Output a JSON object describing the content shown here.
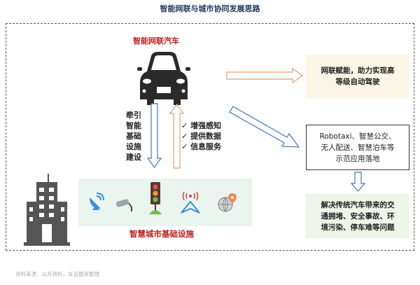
{
  "title": "智能网联与城市协同发展思路",
  "car_label": "智能网联汽车",
  "infra_label": "智慧城市基础设施",
  "down_arrow_text": [
    "牵引",
    "智能",
    "基础",
    "设施",
    "建设"
  ],
  "up_arrow_items": [
    "增强感知",
    "提供数据",
    "信息服务"
  ],
  "check_mark": "✓",
  "outcomes": {
    "box1": [
      "网联赋能，助力实现高",
      "等级自动驾驶"
    ],
    "box2": [
      "Robotaxi、智慧公交、",
      "无人配送、智慧泊车等",
      "示范应用落地"
    ],
    "box3": [
      "解决传统汽车带来的交",
      "通拥堵、安全事故、环",
      "境污染、停车难等问题"
    ]
  },
  "source": "资料来源：公开资料，车百智库整理",
  "colors": {
    "title": "#1f3a5c",
    "red": "#c0201c",
    "blue_arrow": "#3a78c2",
    "orange_arrow": "#e0a070"
  }
}
